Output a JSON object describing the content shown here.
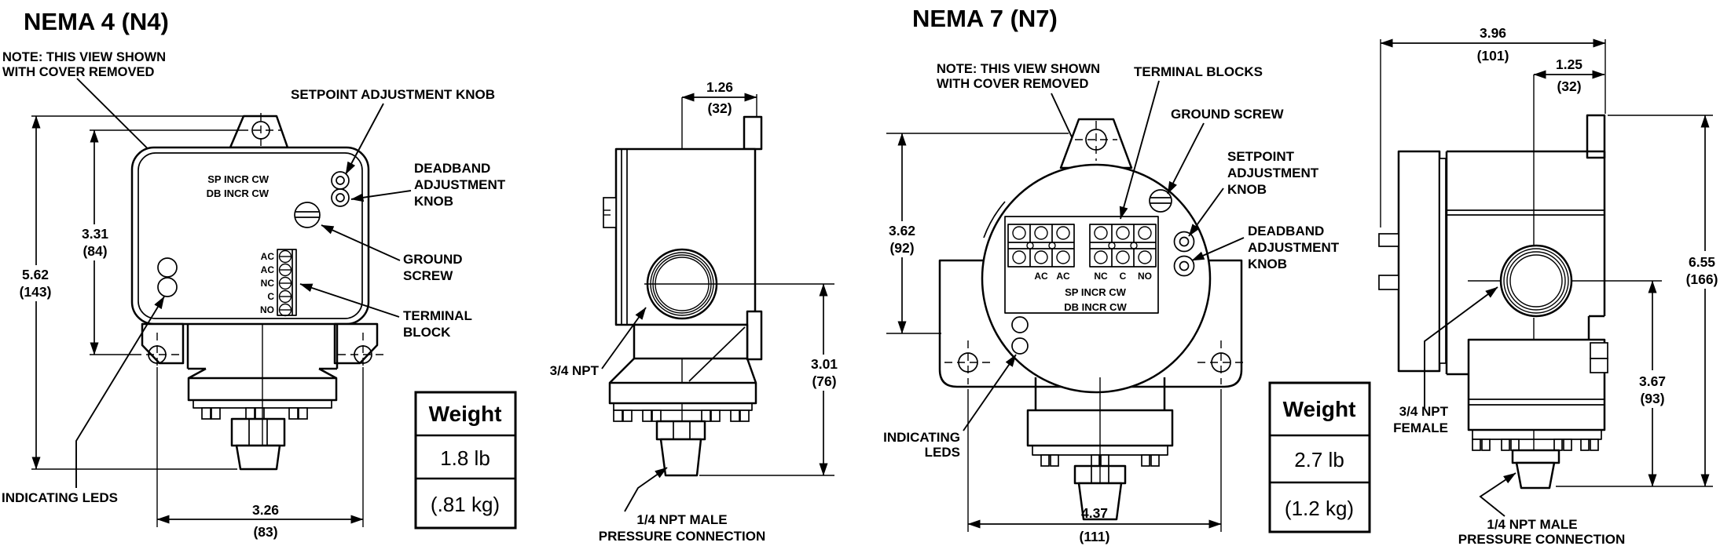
{
  "n4": {
    "title": "NEMA 4 (N4)",
    "note": [
      "NOTE: THIS VIEW SHOWN",
      "WITH COVER REMOVED"
    ],
    "front": {
      "labels": {
        "setpoint_knob": "SETPOINT ADJUSTMENT KNOB",
        "deadband_knob": [
          "DEADBAND",
          "ADJUSTMENT",
          "KNOB"
        ],
        "ground_screw": [
          "GROUND",
          "SCREW"
        ],
        "terminal_block": [
          "TERMINAL",
          "BLOCK"
        ],
        "indicating_leds": "INDICATING LEDS",
        "sp_incr": "SP INCR CW",
        "db_incr": "DB INCR CW",
        "terminals": [
          "AC",
          "AC",
          "NC",
          "C",
          "NO"
        ]
      },
      "dims": {
        "overall_height": [
          "5.62",
          "(143)"
        ],
        "mount_height": [
          "3.31",
          "(84)"
        ],
        "mount_width": [
          "3.26",
          "(83)"
        ]
      }
    },
    "side": {
      "dims": {
        "top_width": [
          "1.26",
          "(32)"
        ],
        "port_height": [
          "3.01",
          "(76)"
        ]
      },
      "labels": {
        "conduit": "3/4 NPT",
        "pressure": [
          "1/4 NPT MALE",
          "PRESSURE CONNECTION"
        ]
      }
    },
    "weight": {
      "header": "Weight",
      "lb": "1.8 lb",
      "kg": "(.81 kg)"
    }
  },
  "n7": {
    "title": "NEMA 7 (N7)",
    "note": [
      "NOTE: THIS VIEW SHOWN",
      "WITH COVER REMOVED"
    ],
    "front": {
      "labels": {
        "terminal_blocks": "TERMINAL BLOCKS",
        "ground_screw": "GROUND SCREW",
        "setpoint_knob": [
          "SETPOINT",
          "ADJUSTMENT",
          "KNOB"
        ],
        "deadband_knob": [
          "DEADBAND",
          "ADJUSTMENT",
          "KNOB"
        ],
        "indicating_leds": [
          "INDICATING",
          "LEDS"
        ],
        "sp_incr": "SP INCR CW",
        "db_incr": "DB INCR CW",
        "terminals_left": [
          "AC",
          "AC"
        ],
        "terminals_right": [
          "NC",
          "C",
          "NO"
        ]
      },
      "dims": {
        "mount_height": [
          "3.62",
          "(92)"
        ],
        "mount_width": [
          "4.37",
          "(111)"
        ]
      }
    },
    "side": {
      "dims": {
        "overall_width": [
          "3.96",
          "(101)"
        ],
        "top_width": [
          "1.25",
          "(32)"
        ],
        "overall_height": [
          "6.55",
          "(166)"
        ],
        "port_height": [
          "3.67",
          "(93)"
        ]
      },
      "labels": {
        "conduit": [
          "3/4 NPT",
          "FEMALE"
        ],
        "pressure": [
          "1/4 NPT MALE",
          "PRESSURE CONNECTION"
        ]
      }
    },
    "weight": {
      "header": "Weight",
      "lb": "2.7 lb",
      "kg": "(1.2 kg)"
    }
  },
  "colors": {
    "line": "#000000",
    "background": "#ffffff"
  }
}
